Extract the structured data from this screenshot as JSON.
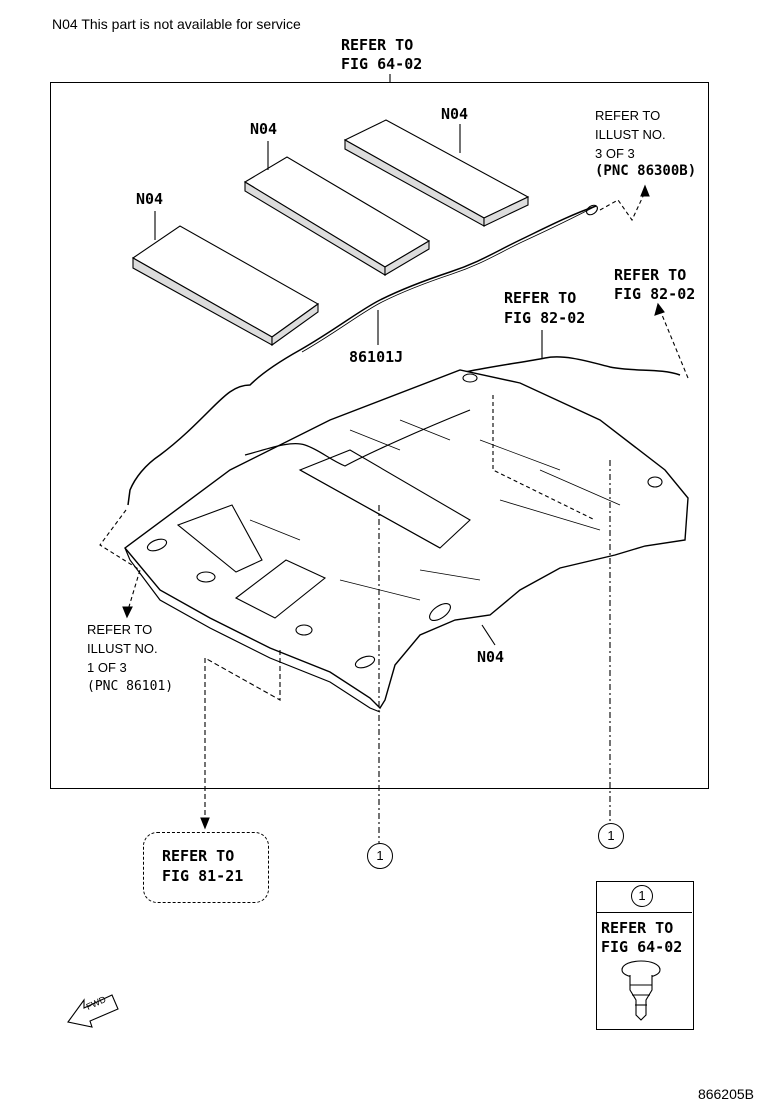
{
  "note": "N04 This part is not available for service",
  "top_ref": {
    "line1": "REFER TO",
    "line2": "FIG 64-02"
  },
  "labels": {
    "n04_a": "N04",
    "n04_b": "N04",
    "n04_c": "N04",
    "n04_d": "N04",
    "part_86101j": "86101J"
  },
  "ref_illust3": {
    "line1": "REFER TO",
    "line2": "ILLUST NO.",
    "line3": "3 OF 3",
    "line4": "(PNC 86300B)"
  },
  "ref_82_02_right": {
    "line1": "REFER TO",
    "line2": "FIG 82-02"
  },
  "ref_82_02_mid": {
    "line1": "REFER TO",
    "line2": "FIG 82-02"
  },
  "ref_illust1": {
    "line1": "REFER TO",
    "line2": "ILLUST NO.",
    "line3": "1 OF 3",
    "line4": "(PNC 86101)"
  },
  "ref_81_21": {
    "line1": "REFER TO",
    "line2": "FIG 81-21"
  },
  "callouts": {
    "a": "1",
    "b": "1",
    "legend": "1"
  },
  "clip_ref": {
    "line1": "REFER TO",
    "line2": "FIG 64-02"
  },
  "fwd": "FWD",
  "diagram_code": "866205B"
}
